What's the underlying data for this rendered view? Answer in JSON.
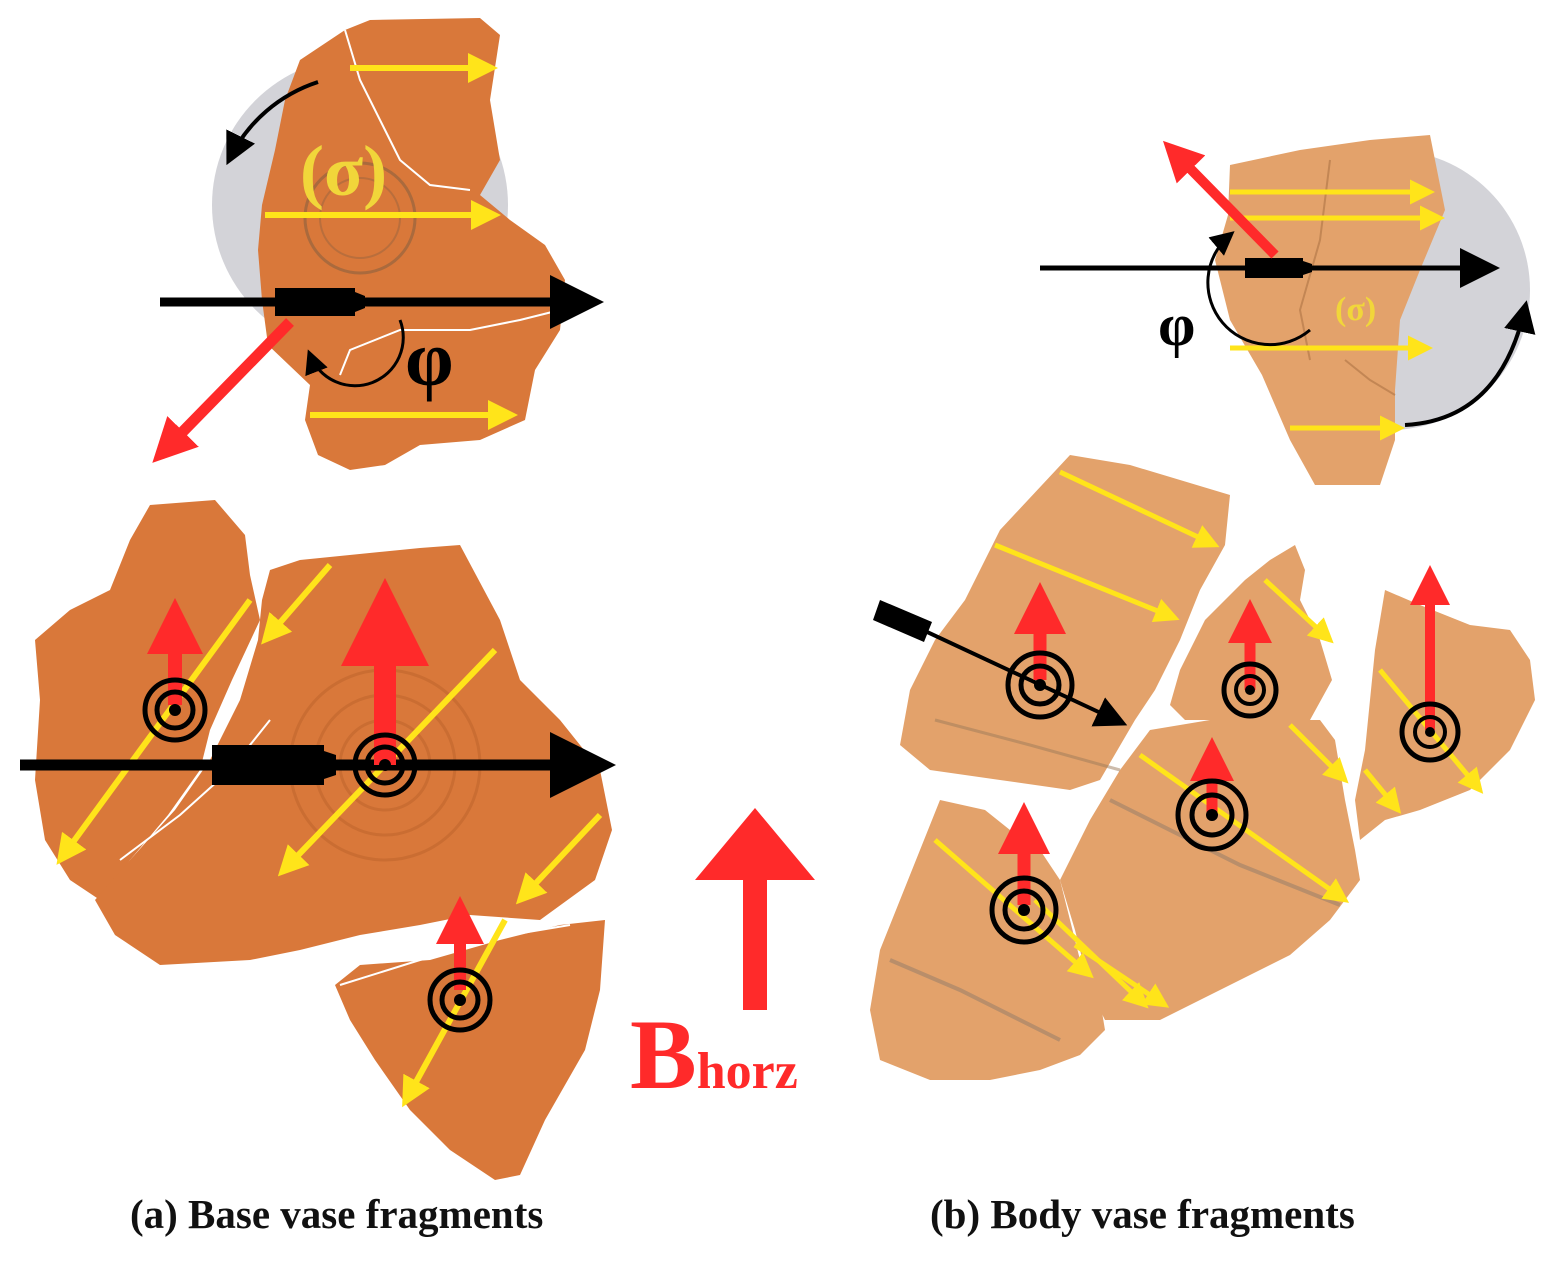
{
  "panels": {
    "a": {
      "caption": "(a) Base vase fragments",
      "sigma_label": "(σ)",
      "phi_label": "φ"
    },
    "b": {
      "caption": "(b) Body vase fragments",
      "sigma_label": "(σ)",
      "phi_label": "φ"
    }
  },
  "field_label": {
    "main": "B",
    "subscript": "horz"
  },
  "colors": {
    "fragment_base": "#d9783a",
    "fragment_body": "#e3a26b",
    "field_arrow": "#ff2a2a",
    "scan_line": "#ffe41a",
    "reference_arrow": "#000000",
    "rotation_disc": "#d3d3d8",
    "label_yellow": "#f1d63a"
  },
  "icons": [
    "target-icon",
    "pen-icon",
    "rotation-arrow-icon"
  ]
}
